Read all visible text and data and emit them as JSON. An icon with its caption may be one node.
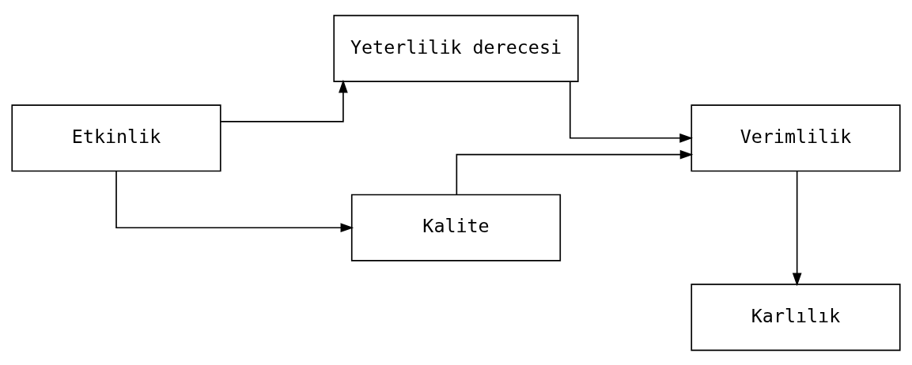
{
  "diagram": {
    "nodes": [
      {
        "text": [
          "Etkinlik"
        ]
      },
      {
        "text": [
          "Yeterlilik derecesi"
        ]
      },
      {
        "text": [
          "Kalite"
        ]
      },
      {
        "text": [
          "Verimlilik"
        ]
      },
      {
        "text": [
          "Karlılık"
        ]
      }
    ],
    "edges": [
      {
        "from": 0,
        "to": 1,
        "arrow": "to"
      },
      {
        "from": 0,
        "to": 2,
        "arrow": "to"
      },
      {
        "from": 1,
        "to": 3,
        "arrow": "to"
      },
      {
        "from": 2,
        "to": 3,
        "arrow": "to"
      },
      {
        "from": 3,
        "to": 4,
        "arrow": "to"
      }
    ]
  }
}
